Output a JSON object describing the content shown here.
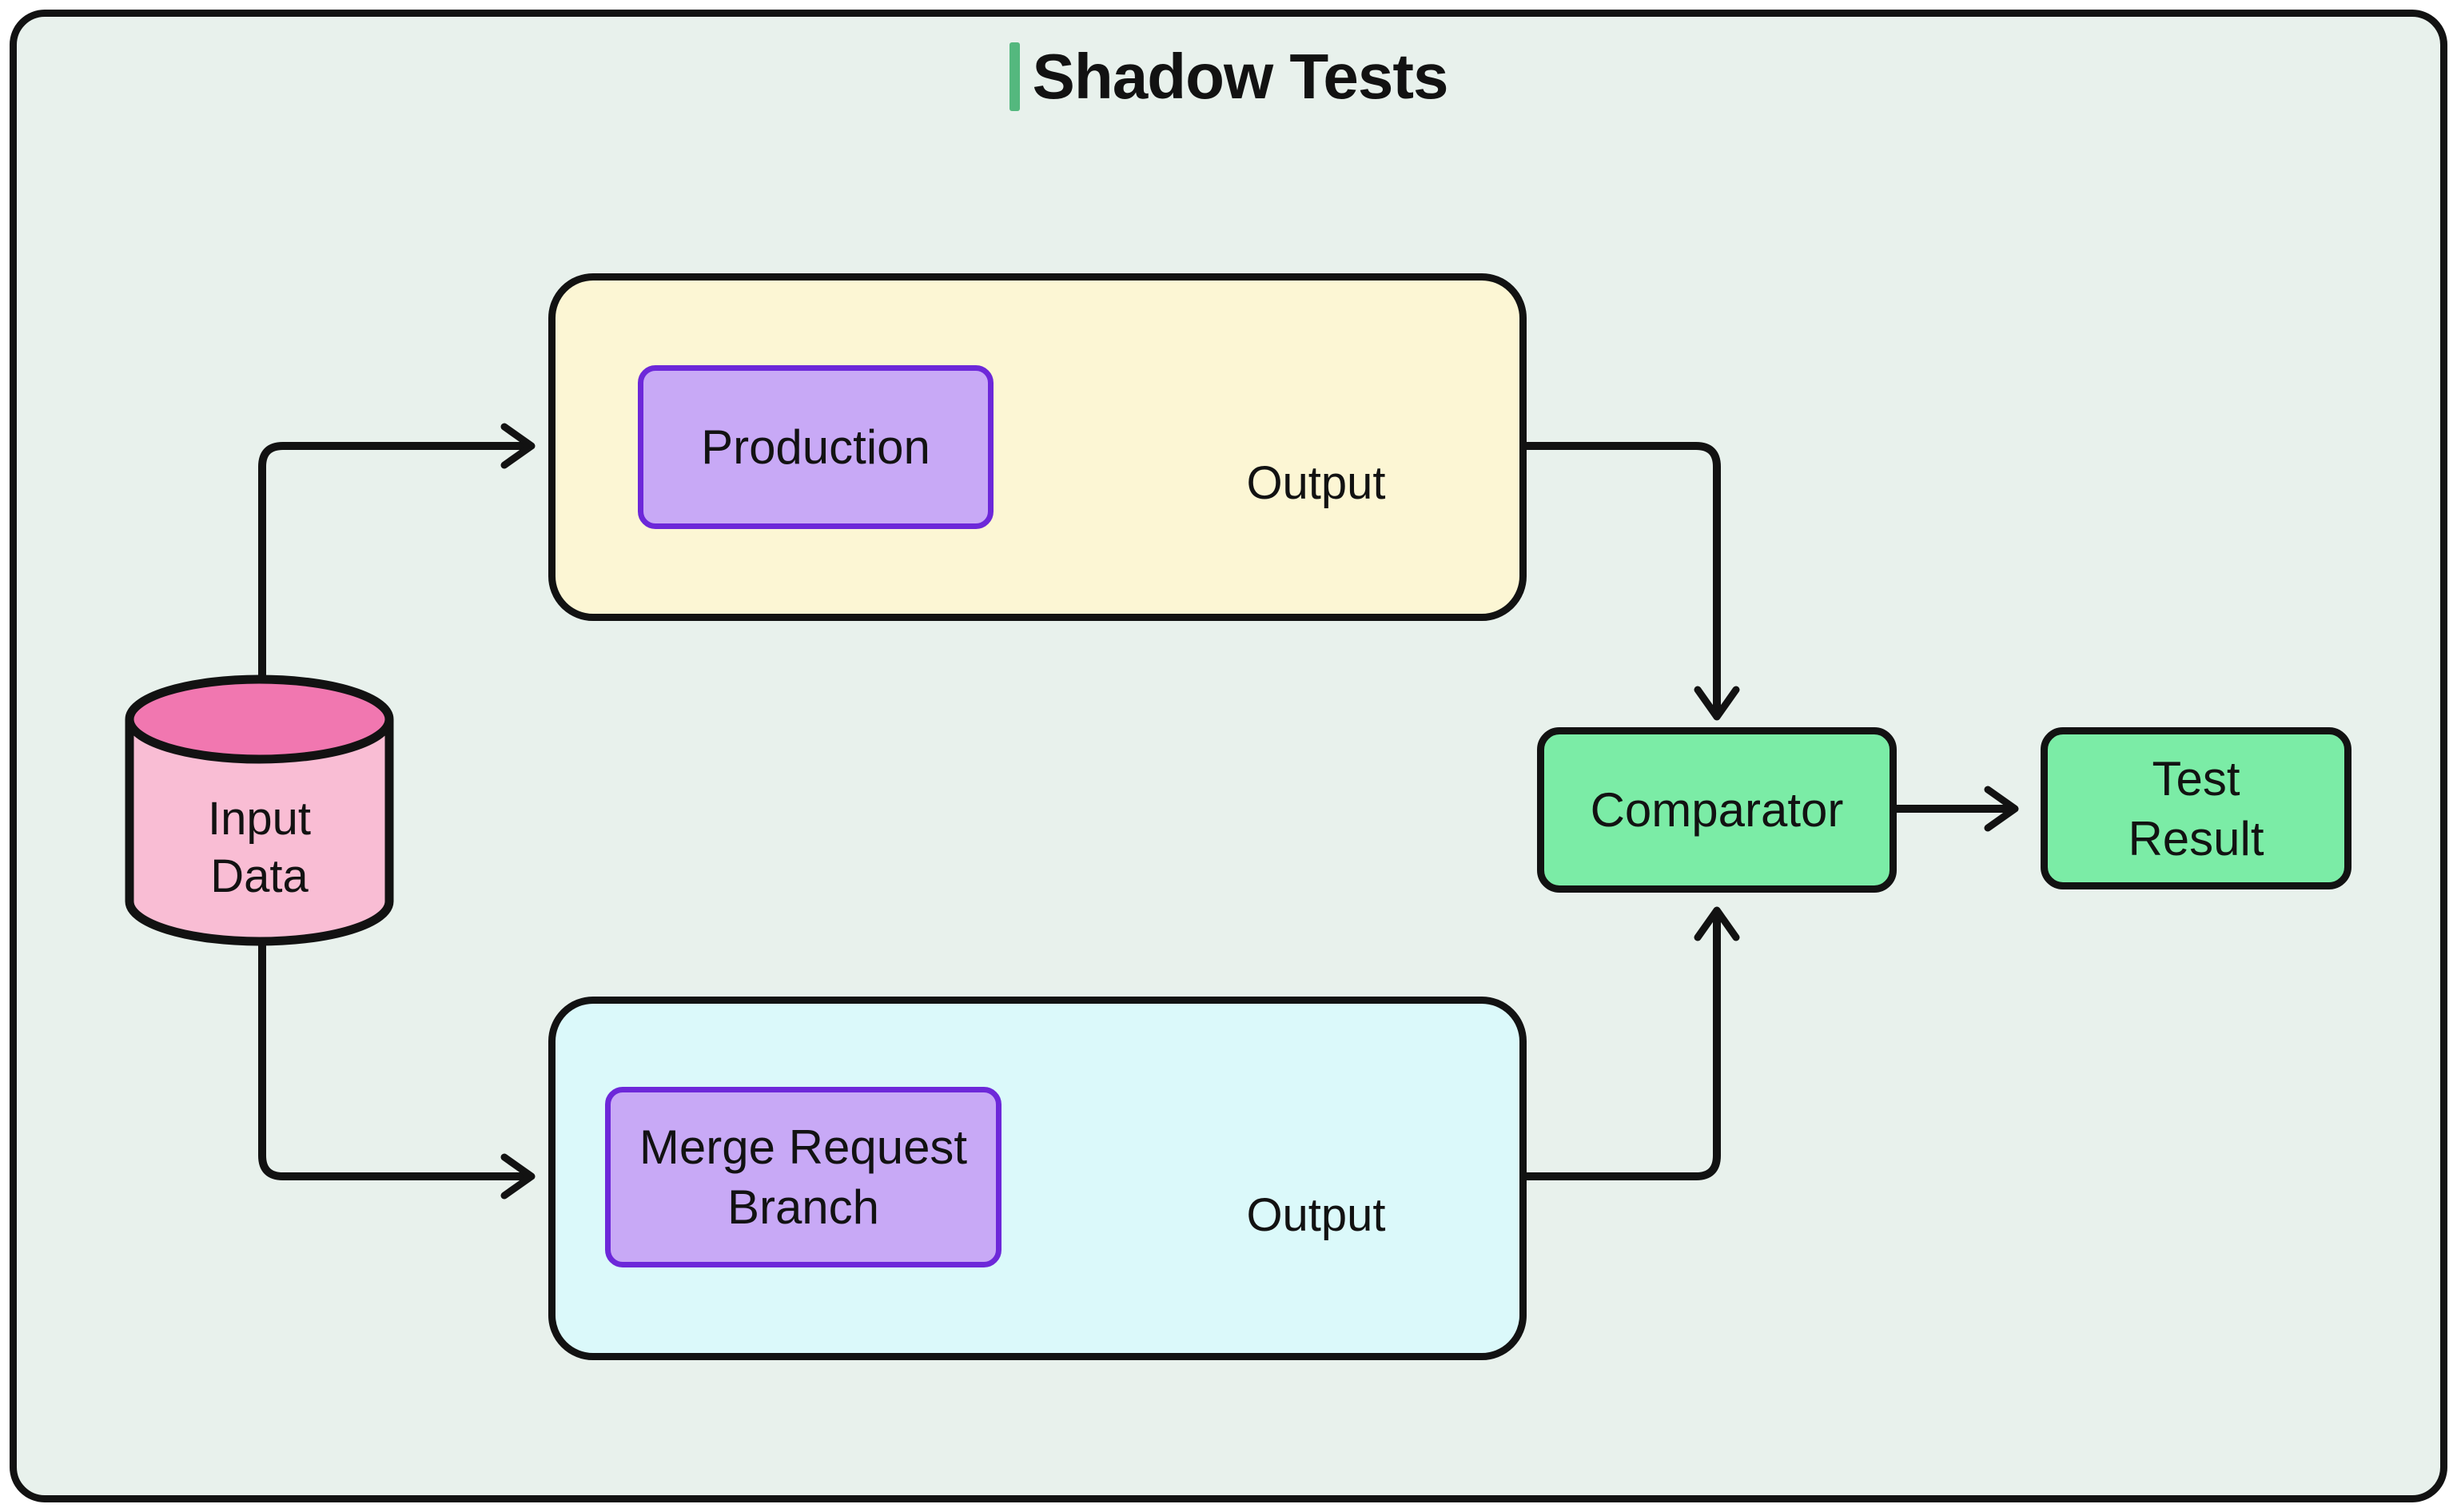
{
  "title": "Shadow Tests",
  "nodes": {
    "input_data": {
      "line1": "Input",
      "line2": "Data"
    },
    "production": {
      "label": "Production"
    },
    "production_output": {
      "label": "Output"
    },
    "merge_request_branch": {
      "line1": "Merge Request",
      "line2": "Branch"
    },
    "merge_output": {
      "label": "Output"
    },
    "comparator": {
      "label": "Comparator"
    },
    "test_result": {
      "line1": "Test",
      "line2": "Result"
    }
  },
  "colors": {
    "page-bg": "#ffffff",
    "frame-bg": "#e8f1ec",
    "ink": "#121212",
    "accent-green": "#54b87e",
    "container-yellow": "#fcf6d4",
    "container-cyan": "#dbf9fa",
    "node-purple": "#c8a9f6",
    "node-purple-border": "#6d28d9",
    "node-green": "#7beca6",
    "cylinder-pink": "#f9bdd4",
    "cylinder-pink-top": "#f177b0",
    "cylinder-orange": "#f7b55b",
    "cylinder-orange-top": "#c78a1b"
  }
}
